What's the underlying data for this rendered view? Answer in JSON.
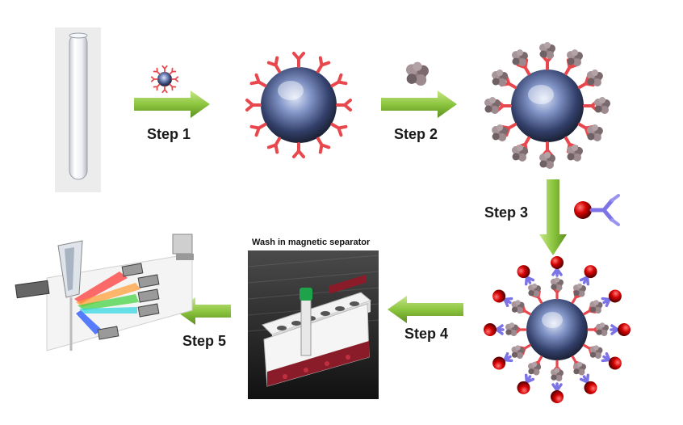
{
  "steps": {
    "step1": "Step 1",
    "step2": "Step 2",
    "step3": "Step 3",
    "step4": "Step 4",
    "step5": "Step 5"
  },
  "separator_caption": "Wash in magnetic separator",
  "colors": {
    "arrow_green": "#8cc63f",
    "antibody_red": "#e8484d",
    "antibody_blue": "#7b73e6",
    "label_red": "#cc0000",
    "bead_core": "#5a6ea8",
    "rack_maroon": "#8a1c2a"
  },
  "icons": [
    "test-tube-icon",
    "small-bead-icon",
    "antigen-icon",
    "detection-antibody-icon",
    "flow-cytometer-icon",
    "magnetic-rack-icon"
  ]
}
